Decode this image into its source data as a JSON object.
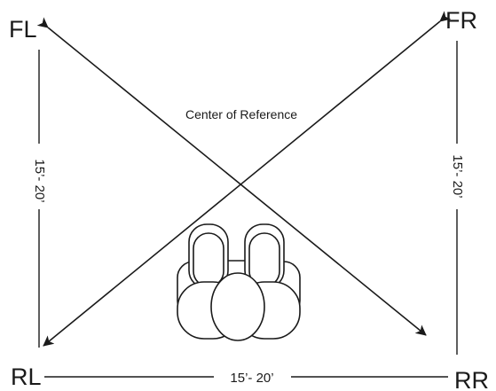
{
  "corners": {
    "front_left": "FL",
    "front_right": "FR",
    "rear_left": "RL",
    "rear_right": "RR"
  },
  "center_label": "Center of Reference",
  "dimensions": {
    "left": "15’- 20’",
    "right": "15’- 20’",
    "bottom": "15’- 20’"
  },
  "colors": {
    "line": "#1a1a1a",
    "background": "#ffffff"
  }
}
